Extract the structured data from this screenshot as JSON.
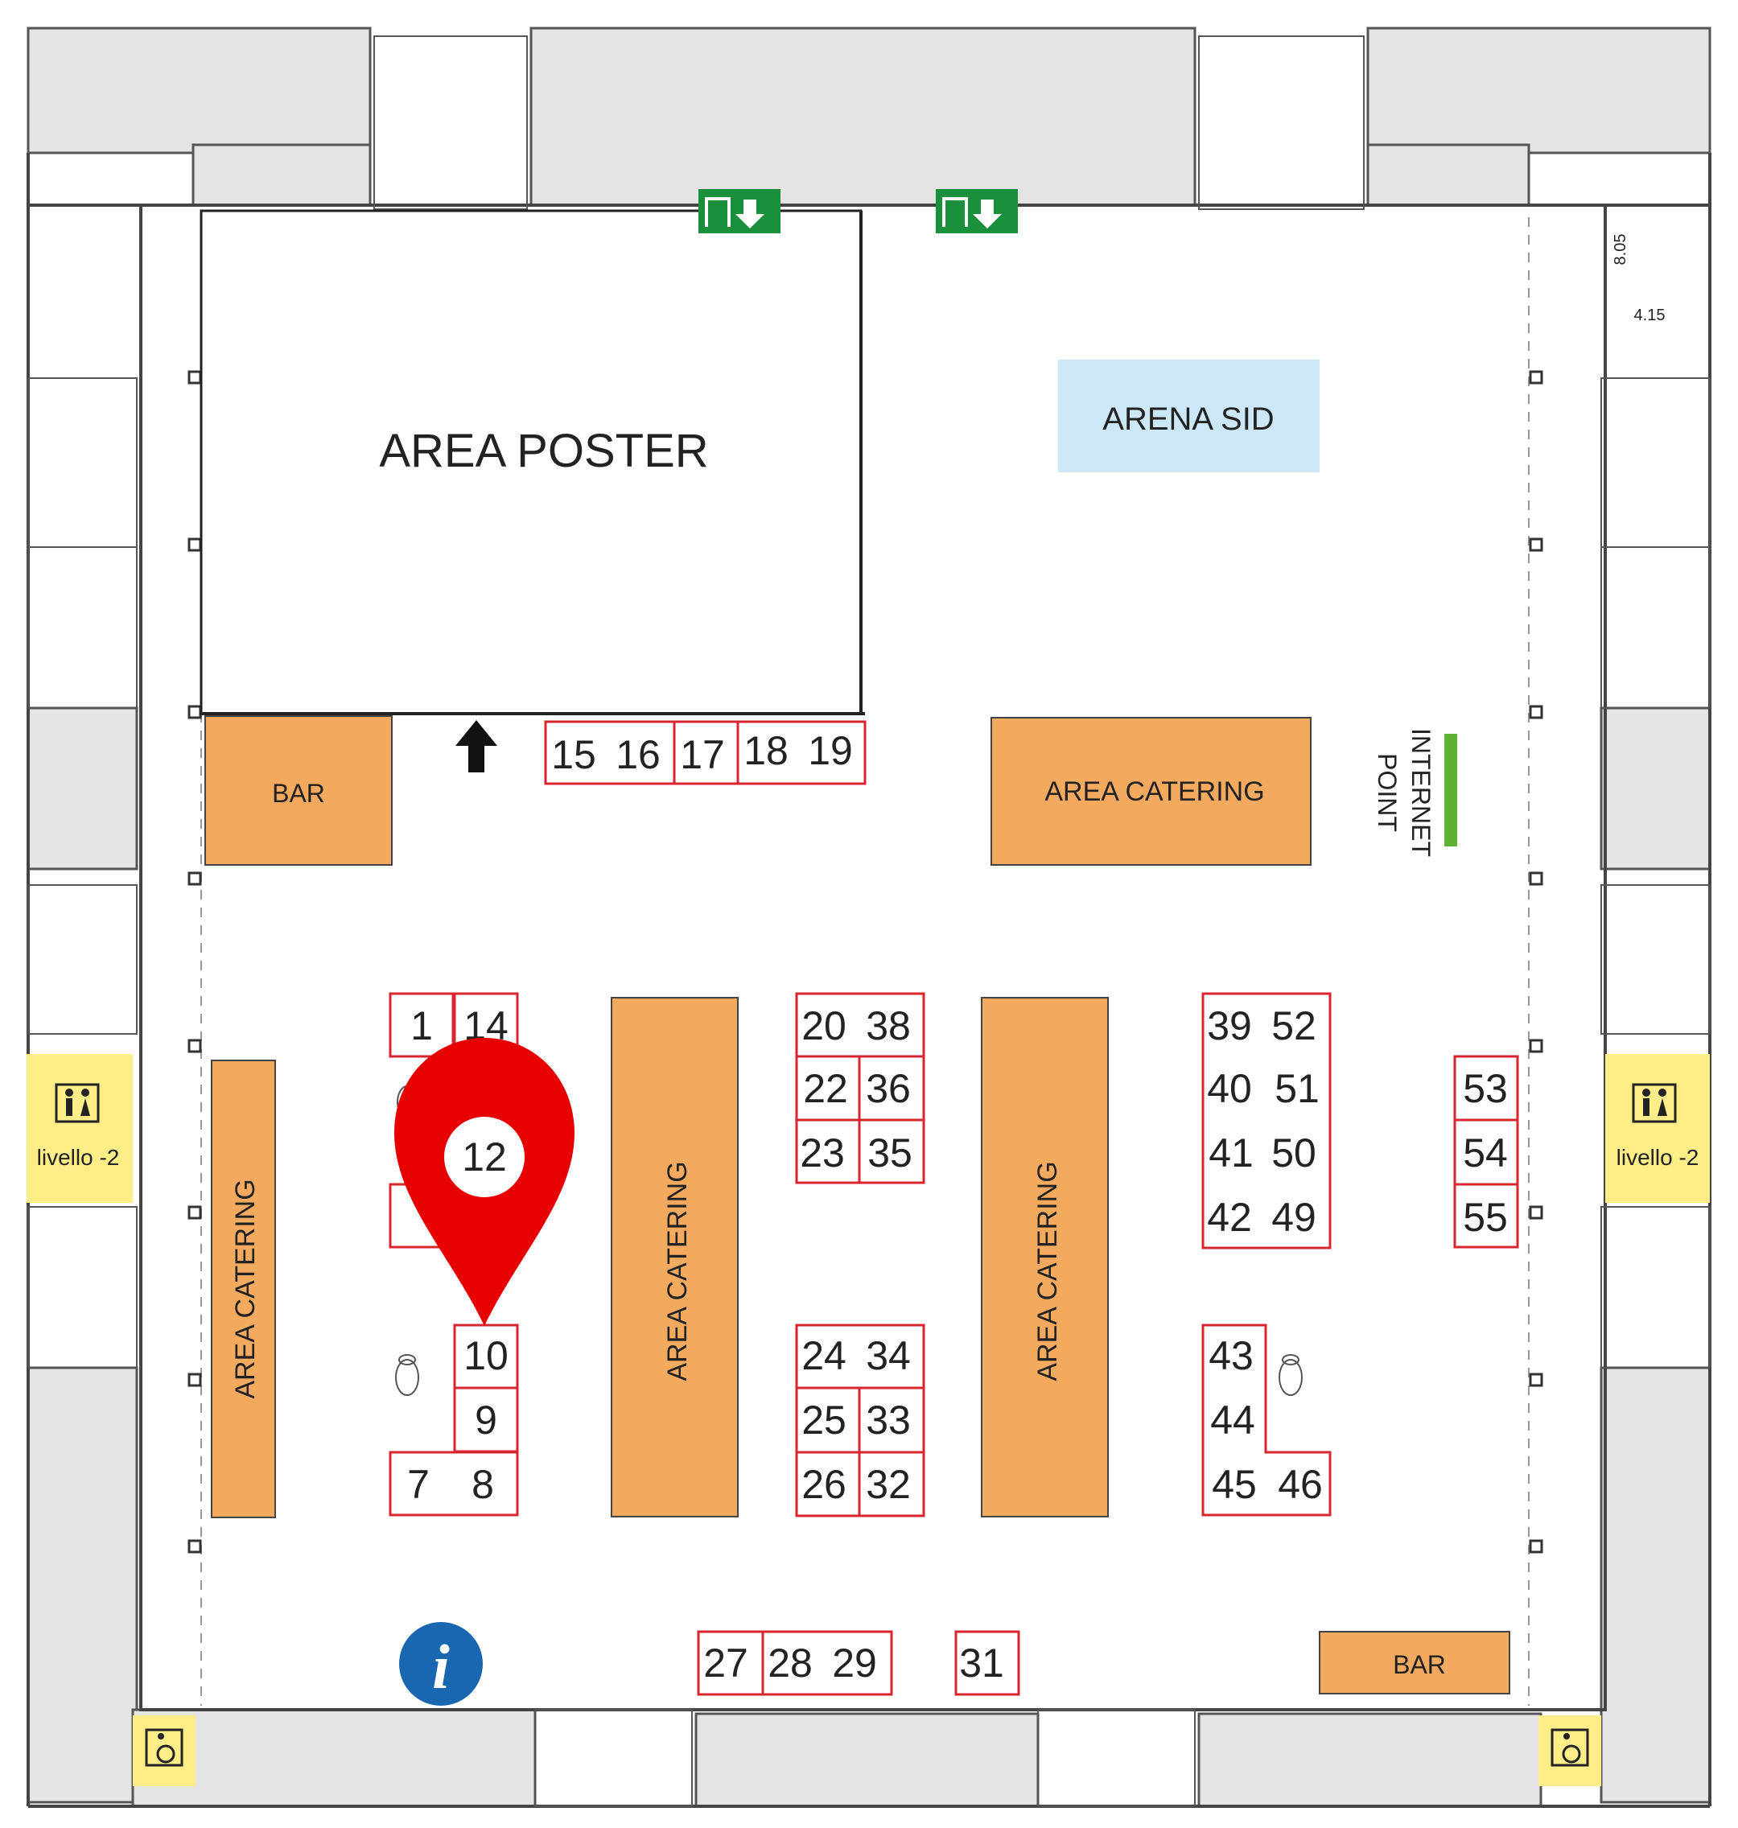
{
  "labels": {
    "area_poster": "AREA POSTER",
    "arena_sid": "ARENA SID",
    "bar": "BAR",
    "area_catering": "AREA CATERING",
    "internet": "INTERNET",
    "point": "POINT",
    "livello": "livello -2",
    "dim_vertical": "8.05",
    "dim_horizontal": "4.15",
    "info": "i"
  },
  "booths": [
    "1",
    "14",
    "12",
    "10",
    "9",
    "7",
    "8",
    "15",
    "16",
    "17",
    "18",
    "19",
    "20",
    "38",
    "22",
    "36",
    "23",
    "35",
    "24",
    "34",
    "25",
    "33",
    "26",
    "32",
    "39",
    "52",
    "40",
    "51",
    "41",
    "50",
    "42",
    "49",
    "43",
    "44",
    "45",
    "46",
    "53",
    "54",
    "55",
    "27",
    "28",
    "29",
    "31"
  ],
  "colors": {
    "orange": "#f3aa5e",
    "light_blue": "#cce7f5",
    "booth_red": "#d9252f",
    "pin_red": "#e60000",
    "grey": "#e4e4e4",
    "yellow": "#ffee88",
    "green_sign": "#1a8f3c",
    "info_blue": "#1967b0",
    "internet_green": "#5fb134"
  },
  "icons": {
    "exit": "emergency-exit-icon",
    "restroom": "restroom-icon",
    "wheelchair": "wheelchair-icon",
    "info": "info-icon",
    "pin": "location-pin-icon",
    "arrow": "arrow-up-icon"
  }
}
